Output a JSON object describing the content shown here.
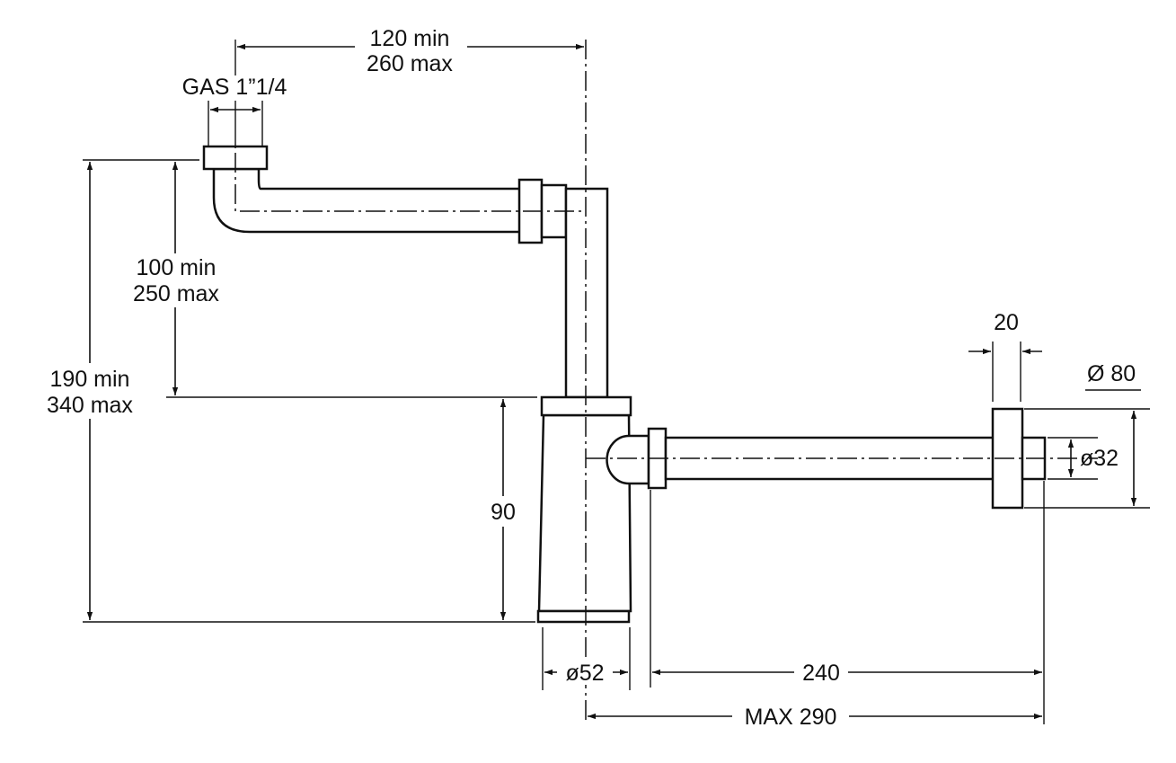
{
  "colors": {
    "line": "#111111",
    "background": "#ffffff"
  },
  "labels": {
    "gas_thread": "GAS 1”1/4",
    "arm_length_min": "120 min",
    "arm_length_max": "260 max",
    "tube_height_min": "100 min",
    "tube_height_max": "250 max",
    "total_height_min": "190 min",
    "total_height_max": "340 max",
    "bottle_height": "90",
    "bottle_diameter": "ø52",
    "flange_width": "20",
    "flange_diameter": "Ø 80",
    "outlet_diameter": "ø32",
    "outlet_length": "240",
    "outlet_length_max": "MAX 290"
  }
}
